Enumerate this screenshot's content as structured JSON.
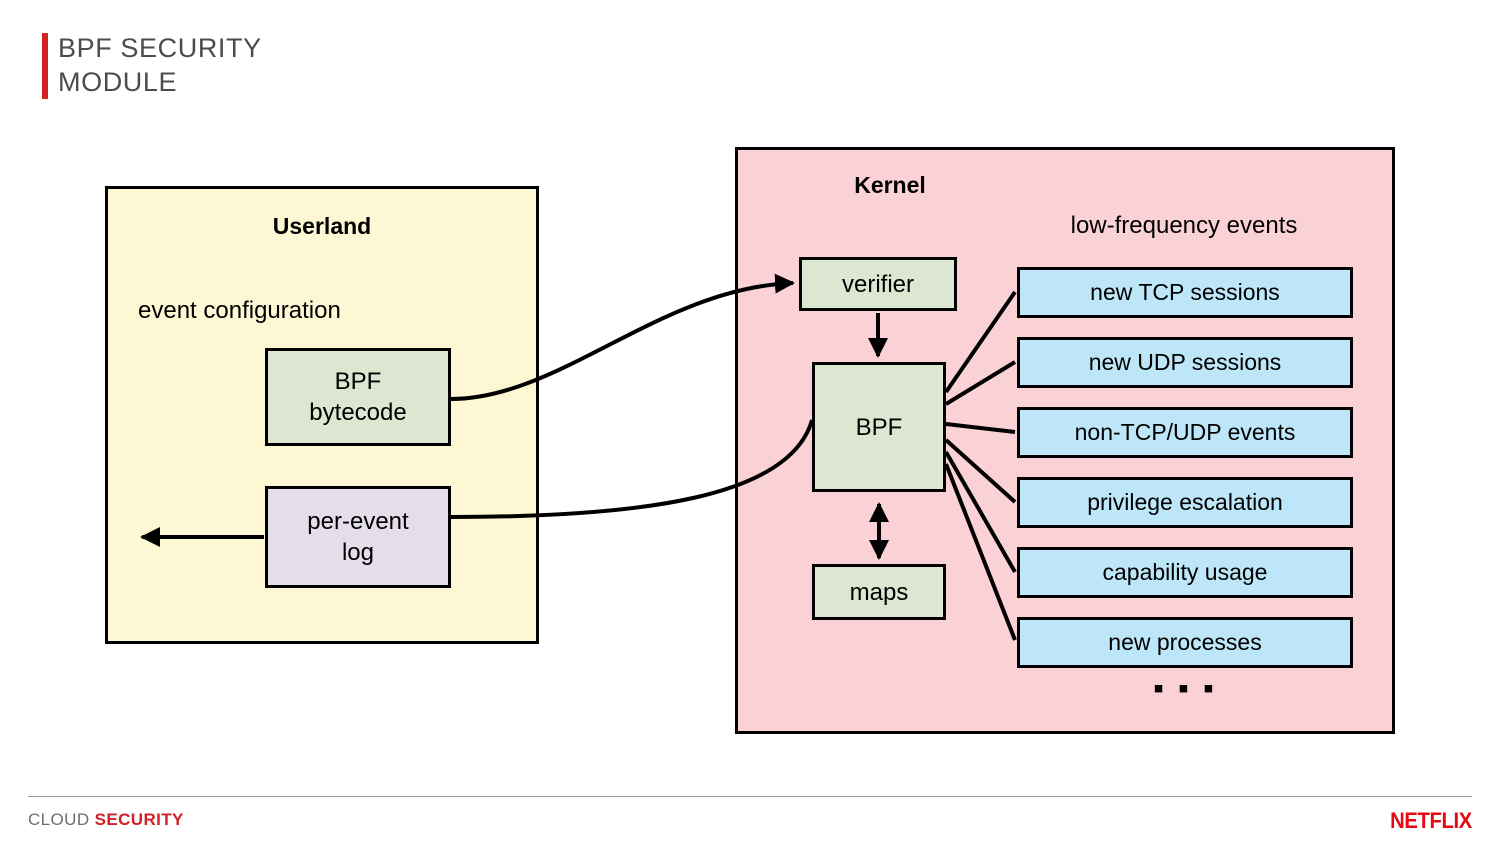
{
  "slide": {
    "title": "BPF SECURITY\nMODULE",
    "accent_color": "#d22222"
  },
  "userland": {
    "title": "Userland",
    "caption": "event configuration",
    "background_color": "#fdf8d3",
    "nodes": [
      {
        "id": "bpf-bytecode",
        "label": "BPF\nbytecode",
        "color": "#dce6d1"
      },
      {
        "id": "per-event-log",
        "label": "per-event\nlog",
        "color": "#e4ddea"
      }
    ]
  },
  "kernel": {
    "title": "Kernel",
    "caption": "low-frequency events",
    "background_color": "#fad2d6",
    "nodes": [
      {
        "id": "verifier",
        "label": "verifier",
        "color": "#dce6d1"
      },
      {
        "id": "bpf",
        "label": "BPF",
        "color": "#dce6d1"
      },
      {
        "id": "maps",
        "label": "maps",
        "color": "#dce6d1"
      }
    ],
    "events": [
      {
        "label": "new TCP sessions"
      },
      {
        "label": "new UDP sessions"
      },
      {
        "label": "non-TCP/UDP events"
      },
      {
        "label": "privilege escalation"
      },
      {
        "label": "capability usage"
      },
      {
        "label": "new processes"
      }
    ],
    "events_more": "▪ ▪ ▪",
    "event_color": "#bde6f8"
  },
  "footer": {
    "brand_first": "CLOUD",
    "brand_second": "SECURITY",
    "logo": "NETFLIX",
    "logo_color": "#e50914",
    "brand_second_color": "#d31f26"
  }
}
